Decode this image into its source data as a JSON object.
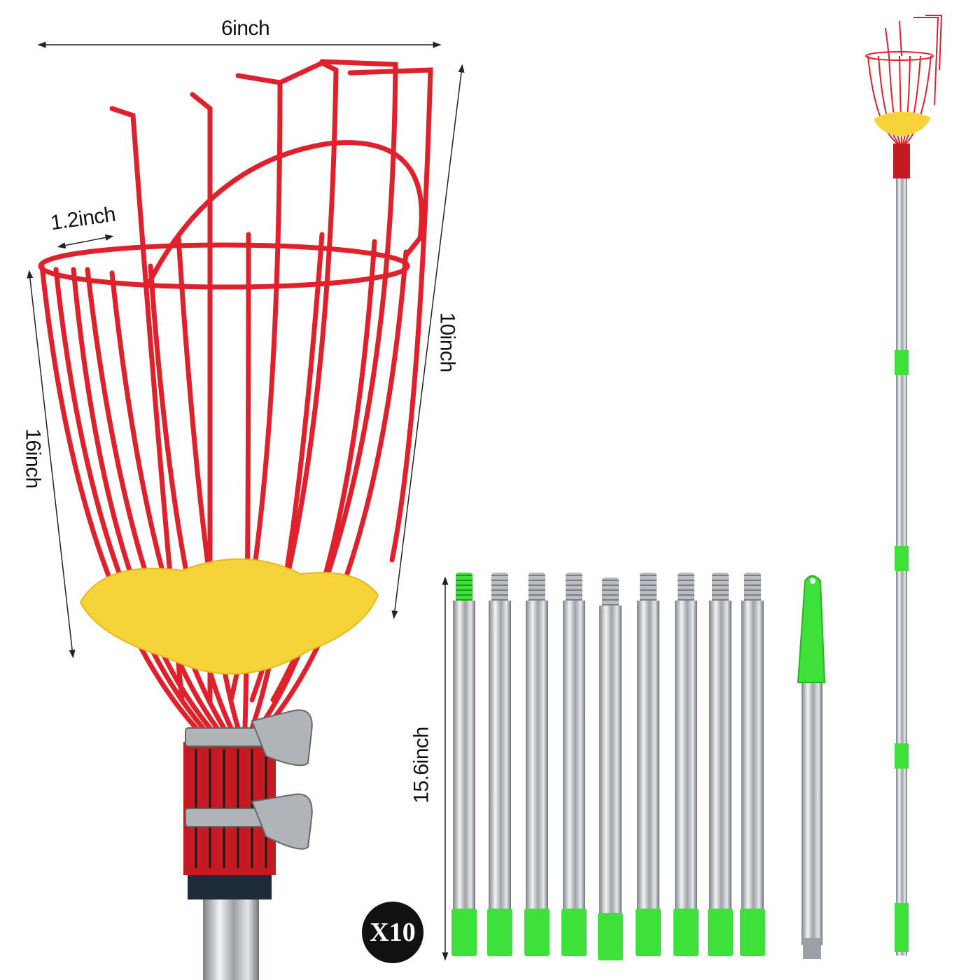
{
  "dimensions": {
    "width_top": "6inch",
    "wire_gap": "1.2inch",
    "basket_height": "10inch",
    "basket_side": "16inch",
    "pole_length": "15.6inch"
  },
  "quantity_badge": "X10",
  "colors": {
    "basket_red": "#e0202a",
    "sponge_yellow": "#f7d33a",
    "pole_green": "#3ee03a",
    "steel": "#b8bcc0"
  },
  "pole_sections": 9
}
